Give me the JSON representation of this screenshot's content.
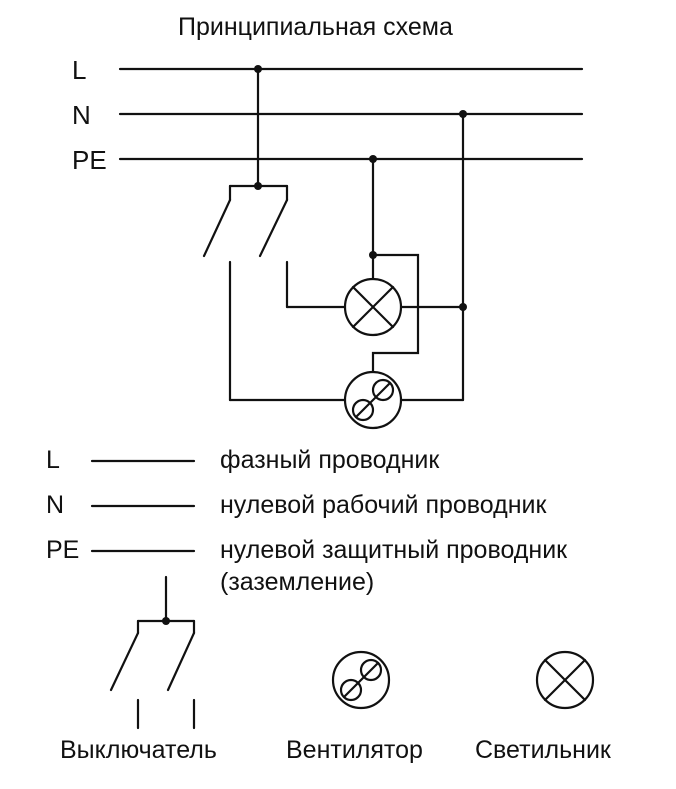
{
  "diagram": {
    "title": "Принципиальная схема",
    "bus_labels": {
      "l": "L",
      "n": "N",
      "pe": "PE"
    }
  },
  "legend": {
    "l": {
      "code": "L",
      "text": "фазный проводник"
    },
    "n": {
      "code": "N",
      "text": "нулевой рабочий проводник"
    },
    "pe": {
      "code": "PE",
      "text": "нулевой защитный проводник",
      "text2": "(заземление)"
    }
  },
  "symbols": {
    "switch": "Выключатель",
    "fan": "Вентилятор",
    "lamp": "Светильник"
  },
  "colors": {
    "line": "#111111",
    "background": "#ffffff"
  }
}
